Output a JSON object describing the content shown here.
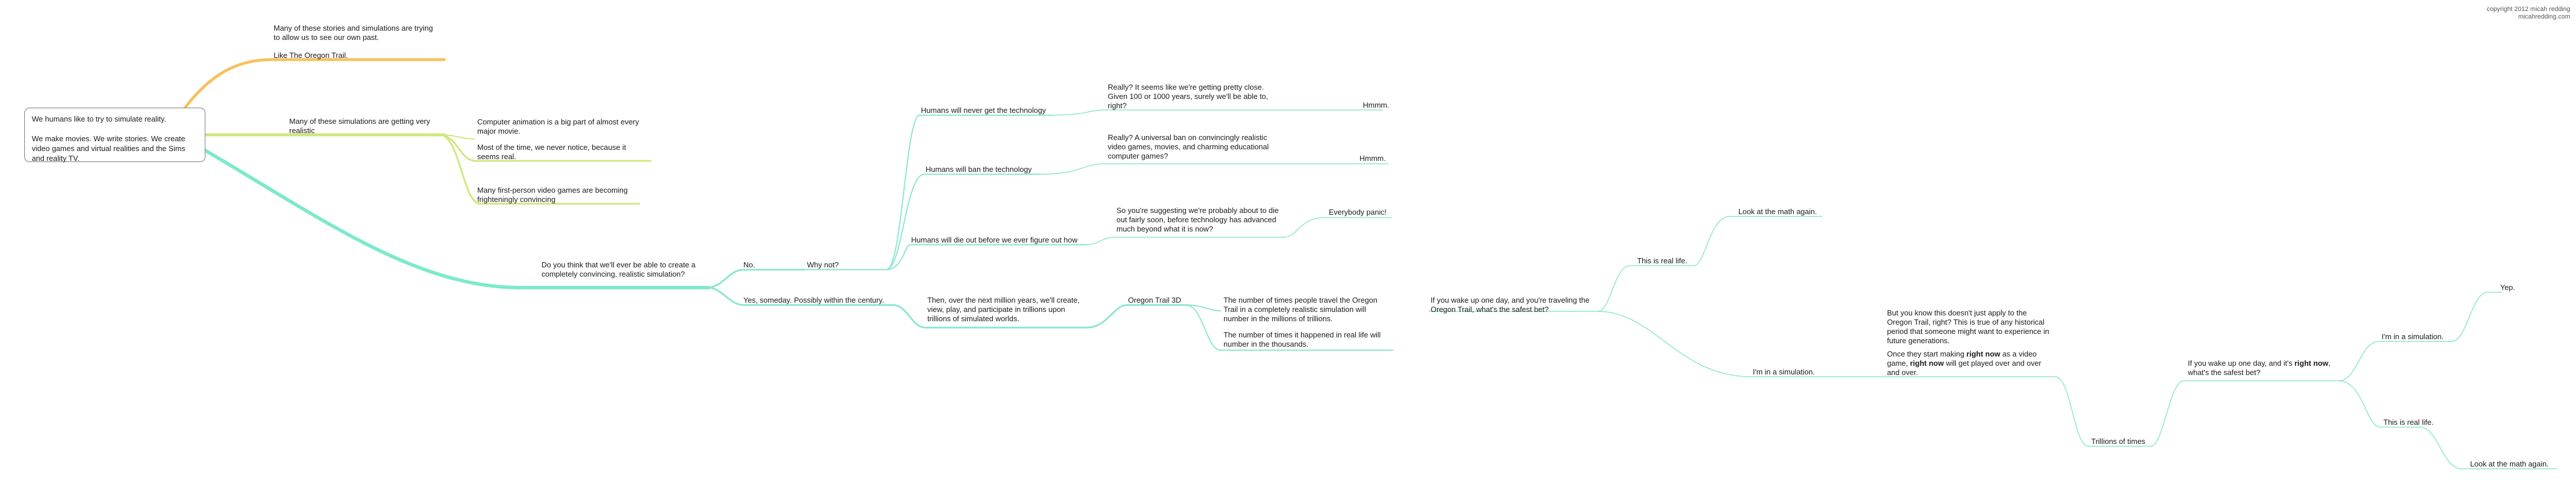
{
  "credit": {
    "line1": "copyright 2012 micah redding",
    "line2": "micahredding.com"
  },
  "colors": {
    "orange": "#f7c15e",
    "yellowgreen": "#cde77a",
    "teal": "#7ce9cd",
    "line": "#8ae6d0"
  },
  "root": {
    "l1": "We humans like to try to simulate reality.",
    "l2": "We make movies. We write stories. We create",
    "l3": "video games and virtual realities and the Sims",
    "l4": "and reality TV."
  },
  "past": {
    "l1": "Many of these stories and simulations are trying",
    "l2": "to allow us to see our own past.",
    "l3": "Like The Oregon Trail."
  },
  "realistic": {
    "l1": "Many of these simulations are getting very",
    "l2": "realistic",
    "c1l1": "Computer animation is a big part of almost every",
    "c1l2": "major movie.",
    "c2l1": "Most of the time, we never notice, because it",
    "c2l2": "seems real.",
    "c3l1": "Many first-person video games are becoming",
    "c3l2": "frighteningly convincing"
  },
  "question": {
    "l1": "Do you think that we'll ever be able to create a",
    "l2": "completely convincing, realistic simulation?"
  },
  "no": {
    "label": "No.",
    "why": "Why not?",
    "never": "Humans will never get the technology",
    "never_reply_l1": "Really? It seems like we're getting pretty close.",
    "never_reply_l2": "Given 100 or 1000 years, surely we'll be able to,",
    "never_reply_l3": "right?",
    "never_hmm": "Hmmm.",
    "ban": "Humans will ban the technology",
    "ban_reply_l1": "Really? A universal ban on convincingly realistic",
    "ban_reply_l2": "video games, movies, and charming educational",
    "ban_reply_l3": "computer games?",
    "ban_hmm": "Hmmm.",
    "die": "Humans will die out before we ever figure out how",
    "die_reply_l1": "So you're suggesting we're probably about to die",
    "die_reply_l2": "out fairly soon, before technology has advanced",
    "die_reply_l3": "much beyond what it is now?",
    "die_panic": "Everybody panic!"
  },
  "yes": {
    "label": "Yes, someday. Possibly within the century.",
    "then_l1": "Then, over the next million years, we'll create,",
    "then_l2": "view, play, and participate in trillions upon",
    "then_l3": "trillions of simulated worlds.",
    "oregon3d": "Oregon Trail 3D",
    "count_l1": "The number of times people travel the Oregon",
    "count_l2": "Trail in a completely realistic simulation will",
    "count_l3": "number in the millions of trillions.",
    "actual_l1": "The number of times it happened in real life will",
    "actual_l2": "number in the thousands.",
    "wake_l1": "If you wake up one day, and you're traveling the",
    "wake_l2": "Oregon Trail, what's the safest bet?",
    "real": "This is real life.",
    "math": "Look at the math again.",
    "sim": "I'm in a simulation.",
    "but_l1": "But you know this doesn't just apply to the",
    "but_l2": "Oregon Trail, right? This is true of any historical",
    "but_l3": "period that someone might want to experience in",
    "but_l4": "future generations.",
    "once_l1_a": "Once they start making ",
    "once_l1_b": "right now",
    "once_l1_c": " as a video",
    "once_l2_a": "game, ",
    "once_l2_b": "right now",
    "once_l2_c": " will get played over and over",
    "once_l3": "and over.",
    "trillions": "Trillions of times",
    "wake2_l1_a": "If you wake up one day, and it's ",
    "wake2_l1_b": "right now",
    "wake2_l1_c": ",",
    "wake2_l2": "what's the safest bet?",
    "sim2": "I'm in a simulation.",
    "yep": "Yep.",
    "real2": "This is real life.",
    "math2": "Look at the math again."
  }
}
